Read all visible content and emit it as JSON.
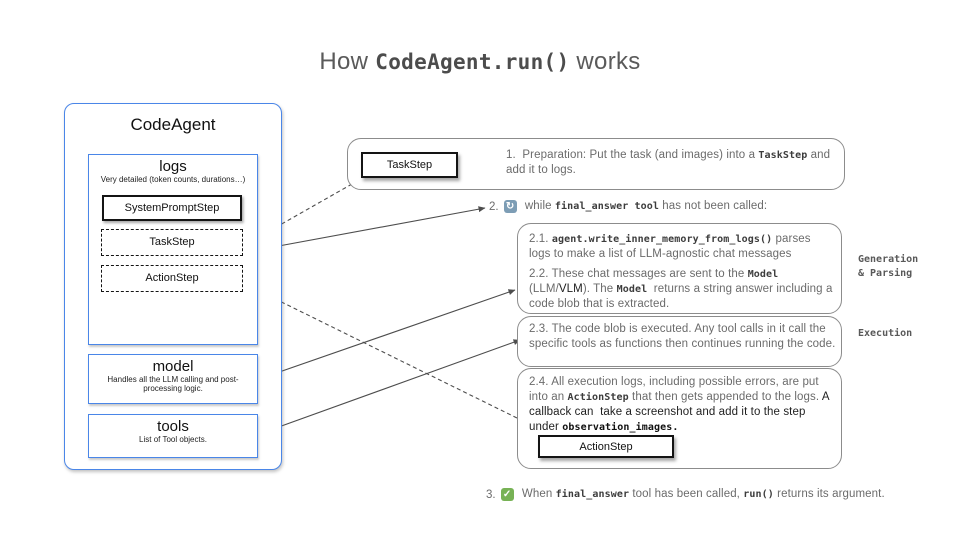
{
  "title": {
    "prefix": "How ",
    "code": "CodeAgent.run()",
    "suffix": " works"
  },
  "colors": {
    "accent_blue": "#4a86e8",
    "annotation_border": "#8c8c8c",
    "text_gray": "#6b6b6b",
    "loop_icon_bg": "#7d9db5",
    "check_icon_bg": "#77b255",
    "arrow": "#4d4d4d"
  },
  "icons": {
    "loop_glyph": "↻",
    "check_glyph": "✓"
  },
  "agent_panel": {
    "title": "CodeAgent",
    "logs": {
      "title": "logs",
      "subtitle": "Very detailed (token counts, durations…)",
      "steps": [
        {
          "label": "SystemPromptStep",
          "style": "solid"
        },
        {
          "label": "TaskStep",
          "style": "dashed"
        },
        {
          "label": "ActionStep",
          "style": "dashed"
        }
      ]
    },
    "model": {
      "title": "model",
      "subtitle": "Handles all the LLM calling and post-processing logic."
    },
    "tools": {
      "title": "tools",
      "subtitle": "List of Tool objects."
    }
  },
  "annotations": {
    "step1": {
      "box_label": "TaskStep",
      "text": [
        {
          "t": "1.  Preparation: Put the task (and images) into a ",
          "s": "plain"
        },
        {
          "t": "TaskStep",
          "s": "code"
        },
        {
          "t": " and add it to logs.",
          "s": "plain"
        }
      ]
    },
    "step2": {
      "number": "2.",
      "rest": [
        {
          "t": " while ",
          "s": "plain"
        },
        {
          "t": "final_answer tool",
          "s": "code"
        },
        {
          "t": " has not been called:",
          "s": "plain"
        }
      ]
    },
    "step21": [
      {
        "t": "2.1. ",
        "s": "plain"
      },
      {
        "t": "agent.write_inner_memory_from_logs()",
        "s": "code"
      },
      {
        "t": " parses logs to make a list of LLM-agnostic chat messages",
        "s": "plain"
      }
    ],
    "step22": [
      {
        "t": "2.2. These chat messages are sent to the ",
        "s": "plain"
      },
      {
        "t": "Model",
        "s": "code"
      },
      {
        "t": " (LLM/",
        "s": "plain"
      },
      {
        "t": "VLM",
        "s": "strong"
      },
      {
        "t": "). The ",
        "s": "plain"
      },
      {
        "t": "Model",
        "s": "code"
      },
      {
        "t": "  returns a string answer including a code blob that is extracted.",
        "s": "plain"
      }
    ],
    "step23": [
      {
        "t": "2.3. The code blob is executed. Any tool calls in it call the specific tools as functions then continues running the code.",
        "s": "plain"
      }
    ],
    "step24": [
      {
        "t": "2.4. All execution logs, including possible errors, are put into an ",
        "s": "plain"
      },
      {
        "t": "ActionStep",
        "s": "code"
      },
      {
        "t": " that then gets appended to the logs. ",
        "s": "plain"
      },
      {
        "t": "A callback can  take a screenshot and add it to the step under ",
        "s": "strong"
      },
      {
        "t": "observation_images.",
        "s": "strongcode"
      }
    ],
    "step24_box_label": "ActionStep",
    "step3": {
      "number": "3.",
      "rest": [
        {
          "t": " When ",
          "s": "plain"
        },
        {
          "t": "final_answer",
          "s": "code"
        },
        {
          "t": " tool has been called, ",
          "s": "plain"
        },
        {
          "t": "run()",
          "s": "code"
        },
        {
          "t": " returns its argument.",
          "s": "plain"
        }
      ]
    },
    "side_labels": {
      "generation_line1": "Generation",
      "generation_line2": "& Parsing",
      "execution": "Execution"
    }
  }
}
